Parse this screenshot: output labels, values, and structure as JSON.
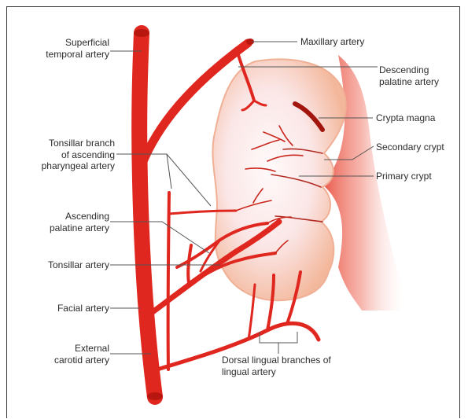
{
  "colors": {
    "artery": "#e0271f",
    "artery_dark": "#b8170f",
    "tonsil_fill": "#fbe3dd",
    "tonsil_edge": "#f1b39a",
    "leader_line": "#555555",
    "text": "#2b2b2b"
  },
  "labels": {
    "superficial_temporal_artery": "Superficial\ntemporal artery",
    "maxillary_artery": "Maxillary artery",
    "descending_palatine_artery": "Descending\npalatine artery",
    "crypta_magna": "Crypta magna",
    "secondary_crypt": "Secondary crypt",
    "primary_crypt": "Primary crypt",
    "tonsillar_branch_ascending_pharyngeal": "Tonsillar branch\nof ascending\npharyngeal artery",
    "ascending_palatine_artery": "Ascending\npalatine artery",
    "tonsillar_artery": "Tonsillar artery",
    "facial_artery": "Facial artery",
    "external_carotid_artery": "External\ncarotid artery",
    "dorsal_lingual_branches": "Dorsal lingual branches of\nlingual artery"
  }
}
